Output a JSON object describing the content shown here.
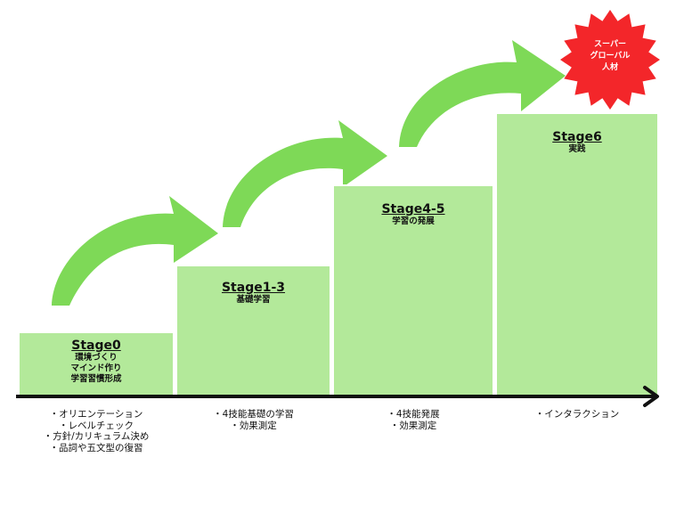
{
  "stages": [
    {
      "title": "Stage0",
      "lines": [
        "環境づくり",
        "マインド作り",
        "学習習慣形成"
      ]
    },
    {
      "title": "Stage1-3",
      "lines": [
        "基礎学習"
      ]
    },
    {
      "title": "Stage4-5",
      "lines": [
        "学習の発展"
      ]
    },
    {
      "title": "Stage6",
      "lines": [
        "実践"
      ]
    }
  ],
  "notes": [
    [
      "・オリエンテーション",
      "・レベルチェック",
      "・方針/カリキュラム決め",
      "・品詞や五文型の復習"
    ],
    [
      "・4技能基礎の学習",
      "・効果測定"
    ],
    [
      "・4技能発展",
      "・効果測定"
    ],
    [
      "・インタラクション"
    ]
  ],
  "badge": {
    "lines": [
      "スーパー",
      "グローバル",
      "人材"
    ]
  },
  "colors": {
    "step_fill": "#b3e99a",
    "arrow_green": "#7ed957",
    "badge_red": "#f3262a",
    "axis": "#111111"
  },
  "icons": {
    "growth_arrow": "curved-arrow-icon",
    "badge_shape": "starburst-icon",
    "axis_arrow": "arrow-right-icon"
  }
}
